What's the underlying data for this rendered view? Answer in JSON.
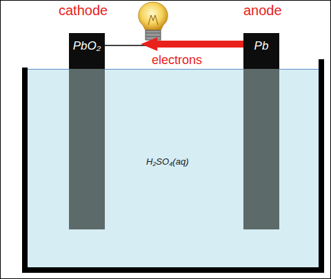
{
  "diagram": {
    "nodes": [
      {
        "text": [
          "cathode",
          "PbO₂"
        ]
      },
      {
        "text": [
          "anode",
          "Pb"
        ]
      },
      {
        "text": [
          "H₂SO₄(aq)"
        ]
      }
    ],
    "edges": [
      {
        "from": 1,
        "to": 0,
        "arrow": "to",
        "label": "electrons"
      }
    ]
  }
}
